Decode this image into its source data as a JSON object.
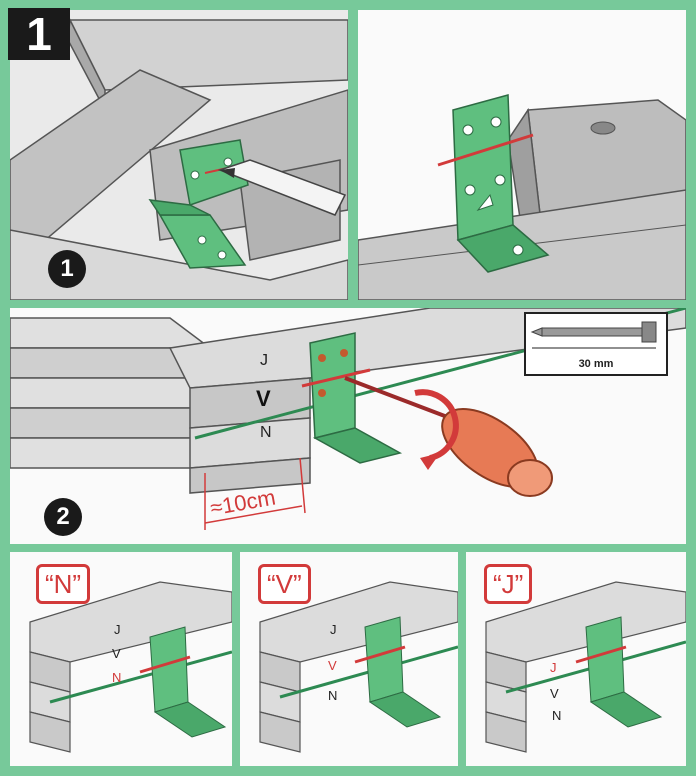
{
  "step_number": "1",
  "sub_steps": {
    "first": "1",
    "second": "2"
  },
  "screw": {
    "length_label": "30 mm"
  },
  "distance_label": "≈10cm",
  "board_letters": {
    "big_j": "J",
    "big_v": "V",
    "big_n": "N"
  },
  "variants": [
    {
      "tag": "“N”",
      "letters": [
        "J",
        "V",
        "N"
      ]
    },
    {
      "tag": "“V”",
      "letters": [
        "J",
        "V",
        "N"
      ]
    },
    {
      "tag": "“J”",
      "letters": [
        "J",
        "V",
        "N"
      ]
    }
  ],
  "colors": {
    "frame": "#77c99a",
    "bracket": "#5fbf7f",
    "accent": "#d23a3a",
    "wood": "#c8c8c8"
  },
  "icons": [
    "corner-bracket-icon",
    "pencil-icon",
    "screwdriver-icon",
    "rotate-arrow-icon",
    "screw-icon"
  ]
}
